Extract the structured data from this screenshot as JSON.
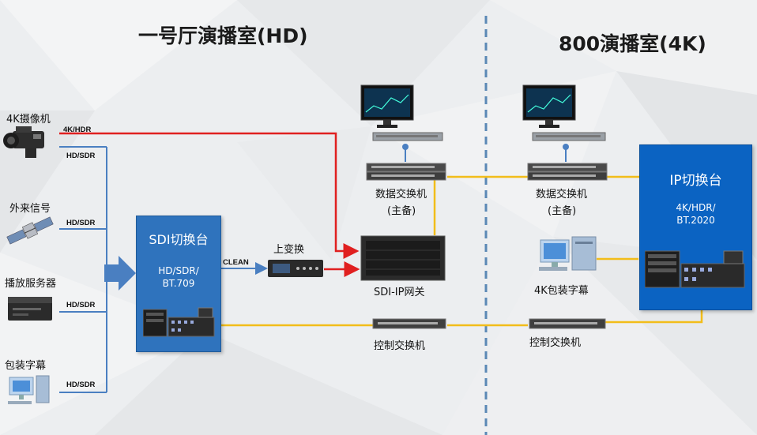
{
  "titles": {
    "left": "一号厅演播室(HD)",
    "right": "800演播室(4K)"
  },
  "sources": {
    "camera": "4K摄像机",
    "external": "外来信号",
    "playout": "播放服务器",
    "graphics": "包装字幕"
  },
  "signals": {
    "k4hdr": "4K/HDR",
    "hdsdr1": "HD/SDR",
    "hdsdr2": "HD/SDR",
    "hdsdr3": "HD/SDR",
    "hdsdr4": "HD/SDR",
    "clean": "CLEAN"
  },
  "sdi_switcher": {
    "title": "SDI切换台",
    "format_line1": "HD/SDR/",
    "format_line2": "BT.709"
  },
  "ip_switcher": {
    "title": "IP切换台",
    "format_line1": "4K/HDR/",
    "format_line2": "BT.2020"
  },
  "devices": {
    "upconvert": "上变换",
    "data_switch_left_l1": "数据交换机",
    "data_switch_left_l2": "(主备)",
    "data_switch_right_l1": "数据交换机",
    "data_switch_right_l2": "(主备)",
    "gateway": "SDI-IP网关",
    "graphics_4k": "4K包装字幕",
    "ctrl_switch_left": "控制交换机",
    "ctrl_switch_right": "控制交换机"
  },
  "colors": {
    "box_blue": "#2f73bd",
    "ip_box_blue": "#0b63c2",
    "wire_blue": "#4a7fc1",
    "wire_red": "#e02020",
    "wire_yellow": "#f2bd1a",
    "divider": "#5a88b5"
  }
}
